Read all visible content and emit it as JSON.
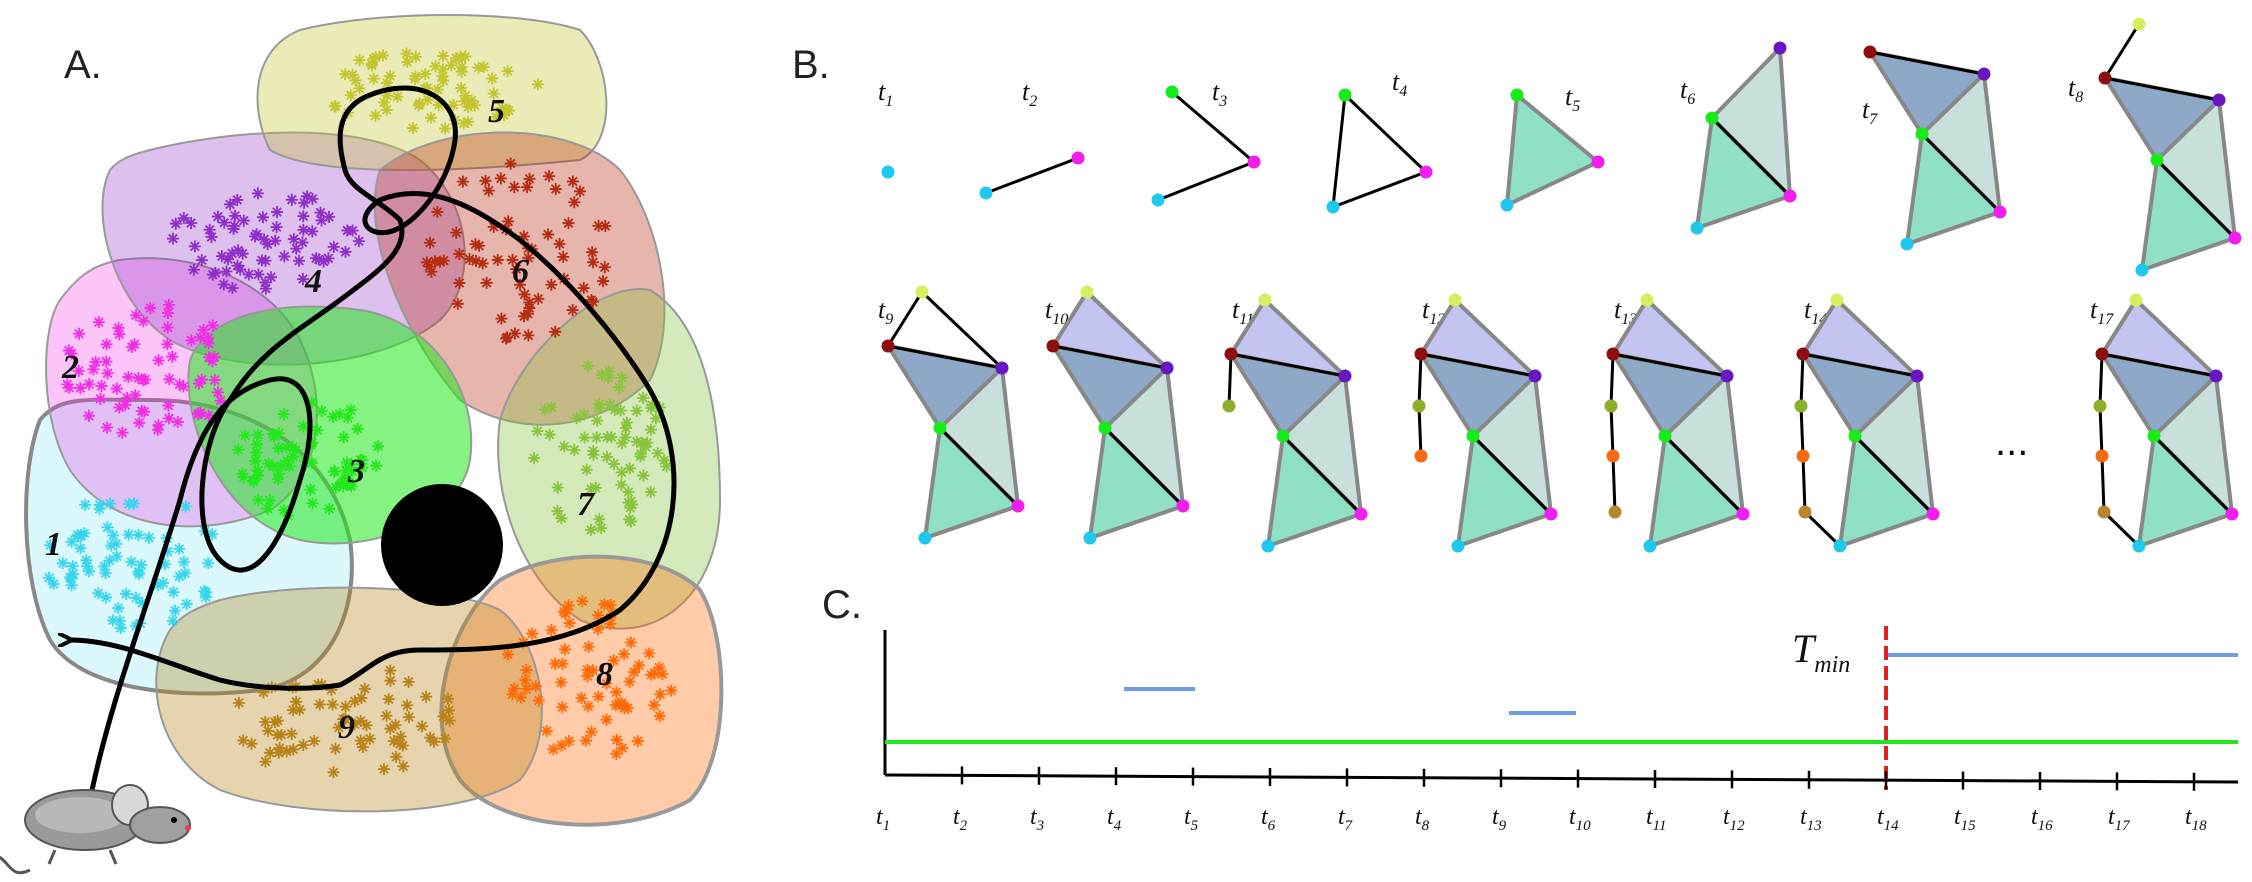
{
  "panels": {
    "a": {
      "letter": "A."
    },
    "b": {
      "letter": "B."
    },
    "c": {
      "letter": "C."
    }
  },
  "place_fields": [
    {
      "num": "1",
      "color": "#38d6ee"
    },
    {
      "num": "2",
      "color": "#ef2ee6"
    },
    {
      "num": "3",
      "color": "#22e81c"
    },
    {
      "num": "4",
      "color": "#8f2fc8"
    },
    {
      "num": "5",
      "color": "#c4c630"
    },
    {
      "num": "6",
      "color": "#b62c10"
    },
    {
      "num": "7",
      "color": "#88c43c"
    },
    {
      "num": "8",
      "color": "#ff6a06"
    },
    {
      "num": "9",
      "color": "#b88418"
    }
  ],
  "complex_snapshots": [
    {
      "base": "t",
      "sub": "1"
    },
    {
      "base": "t",
      "sub": "2"
    },
    {
      "base": "t",
      "sub": "3"
    },
    {
      "base": "t",
      "sub": "4"
    },
    {
      "base": "t",
      "sub": "5"
    },
    {
      "base": "t",
      "sub": "6"
    },
    {
      "base": "t",
      "sub": "7"
    },
    {
      "base": "t",
      "sub": "8"
    },
    {
      "base": "t",
      "sub": "9"
    },
    {
      "base": "t",
      "sub": "10"
    },
    {
      "base": "t",
      "sub": "11"
    },
    {
      "base": "t",
      "sub": "12"
    },
    {
      "base": "t",
      "sub": "13"
    },
    {
      "base": "t",
      "sub": "14"
    },
    {
      "base": "t",
      "sub": "17"
    }
  ],
  "ellipsis": "...",
  "barcode": {
    "tmin_base": "T",
    "tmin_sub": "min",
    "ticks": [
      "1",
      "2",
      "3",
      "4",
      "5",
      "6",
      "7",
      "8",
      "9",
      "10",
      "11",
      "12",
      "13",
      "14",
      "15",
      "16",
      "17",
      "18"
    ],
    "colors": {
      "h0": "#22e822",
      "h1": "#6e9ae6",
      "tmin_line": "#e02020"
    }
  }
}
